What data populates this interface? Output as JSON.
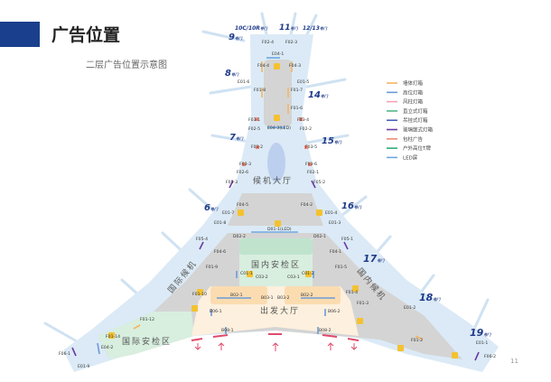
{
  "header": {
    "title": "广告位置",
    "subtitle": "二层广告位置示意图",
    "accent": "#1a3f8c"
  },
  "page_number": "11",
  "legend": [
    {
      "label": "墙体灯箱",
      "color": "#f3b560"
    },
    {
      "label": "高位灯箱",
      "color": "#6b9bd8"
    },
    {
      "label": "风柱灯箱",
      "color": "#f2a3b3"
    },
    {
      "label": "直立式灯箱",
      "color": "#4fb889"
    },
    {
      "label": "吊挂式灯箱",
      "color": "#4a62b8"
    },
    {
      "label": "玻璃嵌式灯箱",
      "color": "#6a3aa0"
    },
    {
      "label": "包柱广告",
      "color": "#ef8a78"
    },
    {
      "label": "户外高位T牌",
      "color": "#2fae7a"
    },
    {
      "label": "LED屏",
      "color": "#6fa7de"
    }
  ],
  "areas": [
    "候机大厅",
    "国内安检区",
    "出发大厅",
    "国际安检区",
    "国际候机",
    "国内候机"
  ],
  "gates": [
    {
      "num": "10C/10R",
      "suffix": "号门"
    },
    {
      "num": "11",
      "suffix": "号门"
    },
    {
      "num": "12/13",
      "suffix": "号门"
    },
    {
      "num": "9",
      "suffix": "号门"
    },
    {
      "num": "8",
      "suffix": "号门"
    },
    {
      "num": "14",
      "suffix": "号门"
    },
    {
      "num": "7",
      "suffix": "号门"
    },
    {
      "num": "15",
      "suffix": "号门"
    },
    {
      "num": "6",
      "suffix": "号门"
    },
    {
      "num": "16",
      "suffix": "号门"
    },
    {
      "num": "17",
      "suffix": "号门"
    },
    {
      "num": "18",
      "suffix": "号门"
    },
    {
      "num": "19",
      "suffix": "号门"
    }
  ],
  "ads": [
    "F02-4",
    "F02-3",
    "E04-1",
    "F04-4",
    "F04-3",
    "E01-6",
    "E01-5",
    "F01-8",
    "F01-7",
    "F01-6",
    "F03-1",
    "F03-4",
    "F02-5",
    "F02-2",
    "E04-3(LED)",
    "F03-2",
    "F03-5",
    "F03-3",
    "F03-6",
    "F02-6",
    "F02-1",
    "F05-3",
    "F05-2",
    "F04-5",
    "F04-2",
    "E01-7",
    "E01-4",
    "E01-8",
    "E01-3",
    "D01-1(LED)",
    "D02-2",
    "D02-1",
    "F05-4",
    "F05-1",
    "F04-6",
    "F04-1",
    "F01-9",
    "F01-5",
    "C01-1",
    "C01-2",
    "C03-2",
    "C03-1",
    "B02-1",
    "B02-2",
    "B03-1",
    "B03-2",
    "F01-10",
    "F01-4",
    "F01-3",
    "B06-1",
    "B06-2",
    "F01-12",
    "B08-1",
    "B08-2",
    "F01-14",
    "E04-2",
    "F01-2",
    "E01-2",
    "E01-1",
    "F06-1",
    "F06-2",
    "E01-9"
  ]
}
